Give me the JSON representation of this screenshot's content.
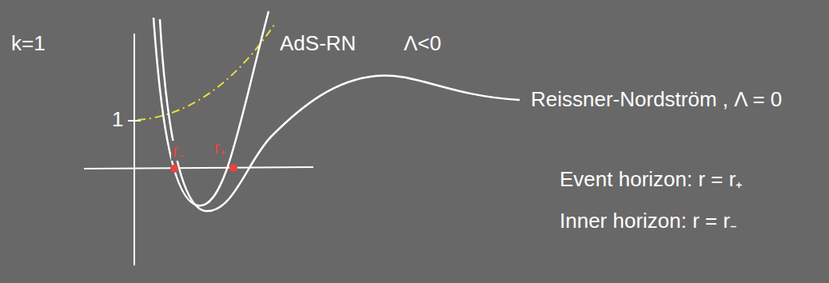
{
  "diagram": {
    "labels": [
      "k=1",
      "1",
      "AdS-RN",
      "Λ<0",
      "Reissner-Nordström , Λ = 0",
      "r₋",
      "r₊",
      "Event horizon: r = r₊",
      "Inner horizon: r = r₋"
    ]
  }
}
